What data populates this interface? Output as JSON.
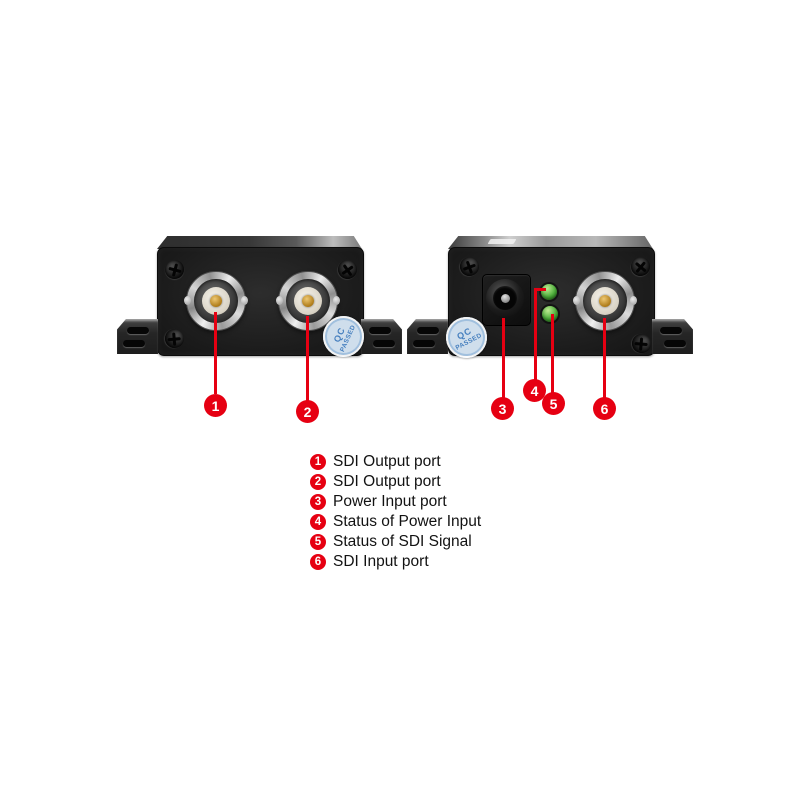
{
  "colors": {
    "background": "#ffffff",
    "callout_red": "#e60012",
    "led_green": "#4caf3a",
    "sticker_blue": "#4a86c8",
    "device_black": "#1b1b1b"
  },
  "devices": {
    "left": {
      "sticker": {
        "line1": "QC",
        "line2": "PASSED"
      }
    },
    "right": {
      "sticker": {
        "line1": "QC",
        "line2": "PASSED"
      }
    }
  },
  "callouts": [
    {
      "number": "1",
      "label": "SDI Output port"
    },
    {
      "number": "2",
      "label": "SDI Output port"
    },
    {
      "number": "3",
      "label": "Power Input port"
    },
    {
      "number": "4",
      "label": "Status of Power Input"
    },
    {
      "number": "5",
      "label": "Status of SDI Signal"
    },
    {
      "number": "6",
      "label": "SDI Input port"
    }
  ]
}
